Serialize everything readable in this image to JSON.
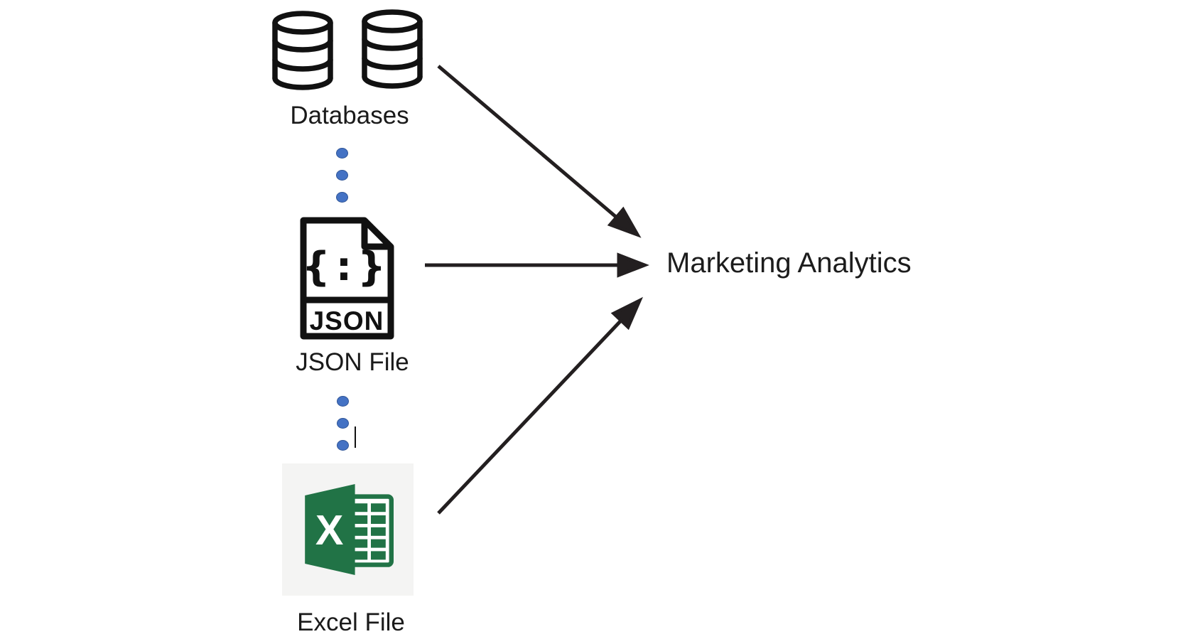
{
  "diagram": {
    "target": {
      "label": "Marketing Analytics"
    },
    "sources": [
      {
        "id": "databases",
        "label": "Databases",
        "icon": "database-cylinders-icon"
      },
      {
        "id": "json-file",
        "label": "JSON File",
        "icon": "json-file-icon",
        "glyph": "{:}",
        "badge": "JSON"
      },
      {
        "id": "excel-file",
        "label": "Excel File",
        "icon": "excel-file-icon",
        "letter": "X"
      }
    ],
    "ellipsis": {
      "groups": 2,
      "dots_per_group": 3
    },
    "colors": {
      "arrow": "#231f20",
      "icon_stroke": "#111111",
      "dot_blue": "#4472c4",
      "excel_green": "#217346",
      "excel_tile_bg": "#f4f4f3",
      "text": "#1a1a1a",
      "background": "#ffffff"
    }
  }
}
